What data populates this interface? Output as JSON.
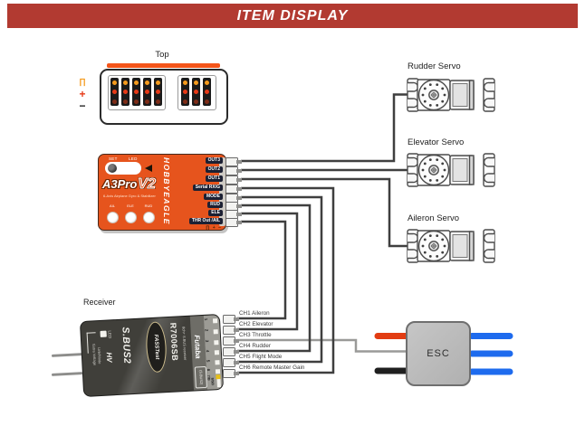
{
  "colors": {
    "banner": "#b23a31",
    "accent_orange": "#f4551a",
    "gyro_orange": "#e6541d",
    "pill_navy": "#1c2033",
    "dot_orange": "#f59b1d",
    "dot_red": "#e63a17",
    "dot_maroon": "#7e2c17",
    "wire_dark": "#3f3f3f",
    "wire_gray": "#9a9a98",
    "wire_red": "#e23c12",
    "wire_black": "#1f1f1f",
    "wire_blue": "#1e6bee"
  },
  "header": {
    "title": "ITEM DISPLAY"
  },
  "top_view": {
    "label": "Top",
    "symbols": [
      {
        "name": "signal",
        "glyph": "∏"
      },
      {
        "name": "positive",
        "glyph": "+"
      },
      {
        "name": "negative",
        "glyph": "−"
      }
    ]
  },
  "gyro": {
    "set_label": "SET",
    "led_label": "LED",
    "model": "A3Pro",
    "version": "V2",
    "tagline": "6-Axis Airplane Gyro & Stabilizer",
    "brand": "HOBBYEAGLE",
    "knobs": [
      "AIL",
      "ELE",
      "RUD"
    ],
    "ports": [
      "OUT3",
      "OUT2",
      "OUT1",
      "Serial RX/G",
      "MODE",
      "RUD",
      "ELE",
      "THR Out /AIL"
    ],
    "pin_row_symbols": "∏ + −"
  },
  "receiver": {
    "caption": "Receiver",
    "side_label_1": "Extra Voltage",
    "side_label_2": "Link/Mode",
    "led_label": "LED",
    "hv_label": "HV",
    "sbus_label": "S.BUS2",
    "fasst_label": "FASSTest",
    "model": "R7006SB",
    "subtitle": "8ch+ S.BUS receiver",
    "brand": "Futaba",
    "pins": [
      "1",
      "2",
      "3",
      "4",
      "5",
      "6",
      "7/B",
      "8/SB"
    ],
    "port_label": "(S.BUS2)"
  },
  "channels": [
    {
      "label": "CH1 Aileron"
    },
    {
      "label": "CH2 Elevator"
    },
    {
      "label": "CH3 Throttle"
    },
    {
      "label": "CH4 Rudder"
    },
    {
      "label": "CH5 Flight Mode"
    },
    {
      "label": "CH6 Remote Master Gain"
    }
  ],
  "servos": [
    {
      "label": "Rudder Servo"
    },
    {
      "label": "Elevator Servo"
    },
    {
      "label": "Aileron Servo"
    }
  ],
  "esc": {
    "label": "ESC"
  }
}
